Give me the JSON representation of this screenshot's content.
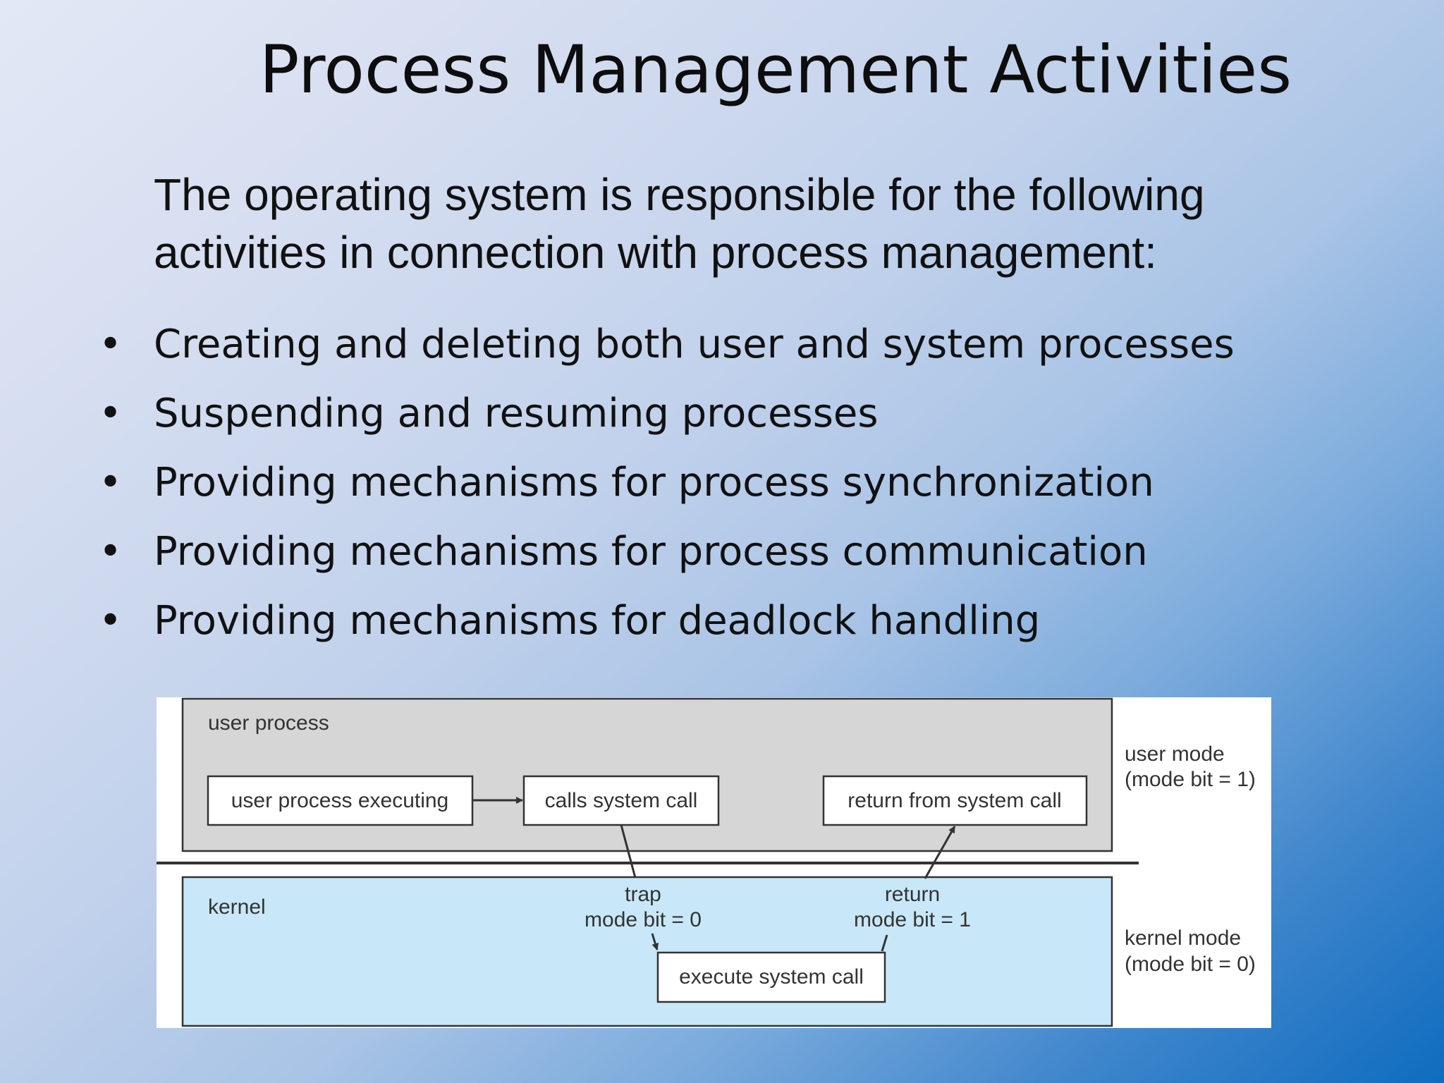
{
  "slide": {
    "title": "Process Management Activities",
    "intro": "The operating system is responsible for the following activities in connection with process management:",
    "bullet_char": "•",
    "bullets": [
      "Creating and deleting both user and system processes",
      "Suspending and resuming processes",
      "Providing mechanisms for process synchronization",
      "Providing mechanisms for process communication",
      "Providing mechanisms for deadlock handling"
    ]
  },
  "diagram": {
    "user_region_label": "user process",
    "kernel_region_label": "kernel",
    "boxes": {
      "executing": "user process executing",
      "calls": "calls system call",
      "return_from": "return from system call",
      "execute": "execute system call"
    },
    "trap": {
      "line1": "trap",
      "line2": "mode bit = 0"
    },
    "return": {
      "line1": "return",
      "line2": "mode bit = 1"
    },
    "user_mode": {
      "line1": "user mode",
      "line2": "(mode bit = 1)"
    },
    "kernel_mode": {
      "line1": "kernel mode",
      "line2": "(mode bit = 0)"
    },
    "colors": {
      "user_fill": "#d6d6d6",
      "kernel_fill": "#c8e8f9",
      "stroke": "#333333",
      "background": "#ffffff"
    }
  }
}
